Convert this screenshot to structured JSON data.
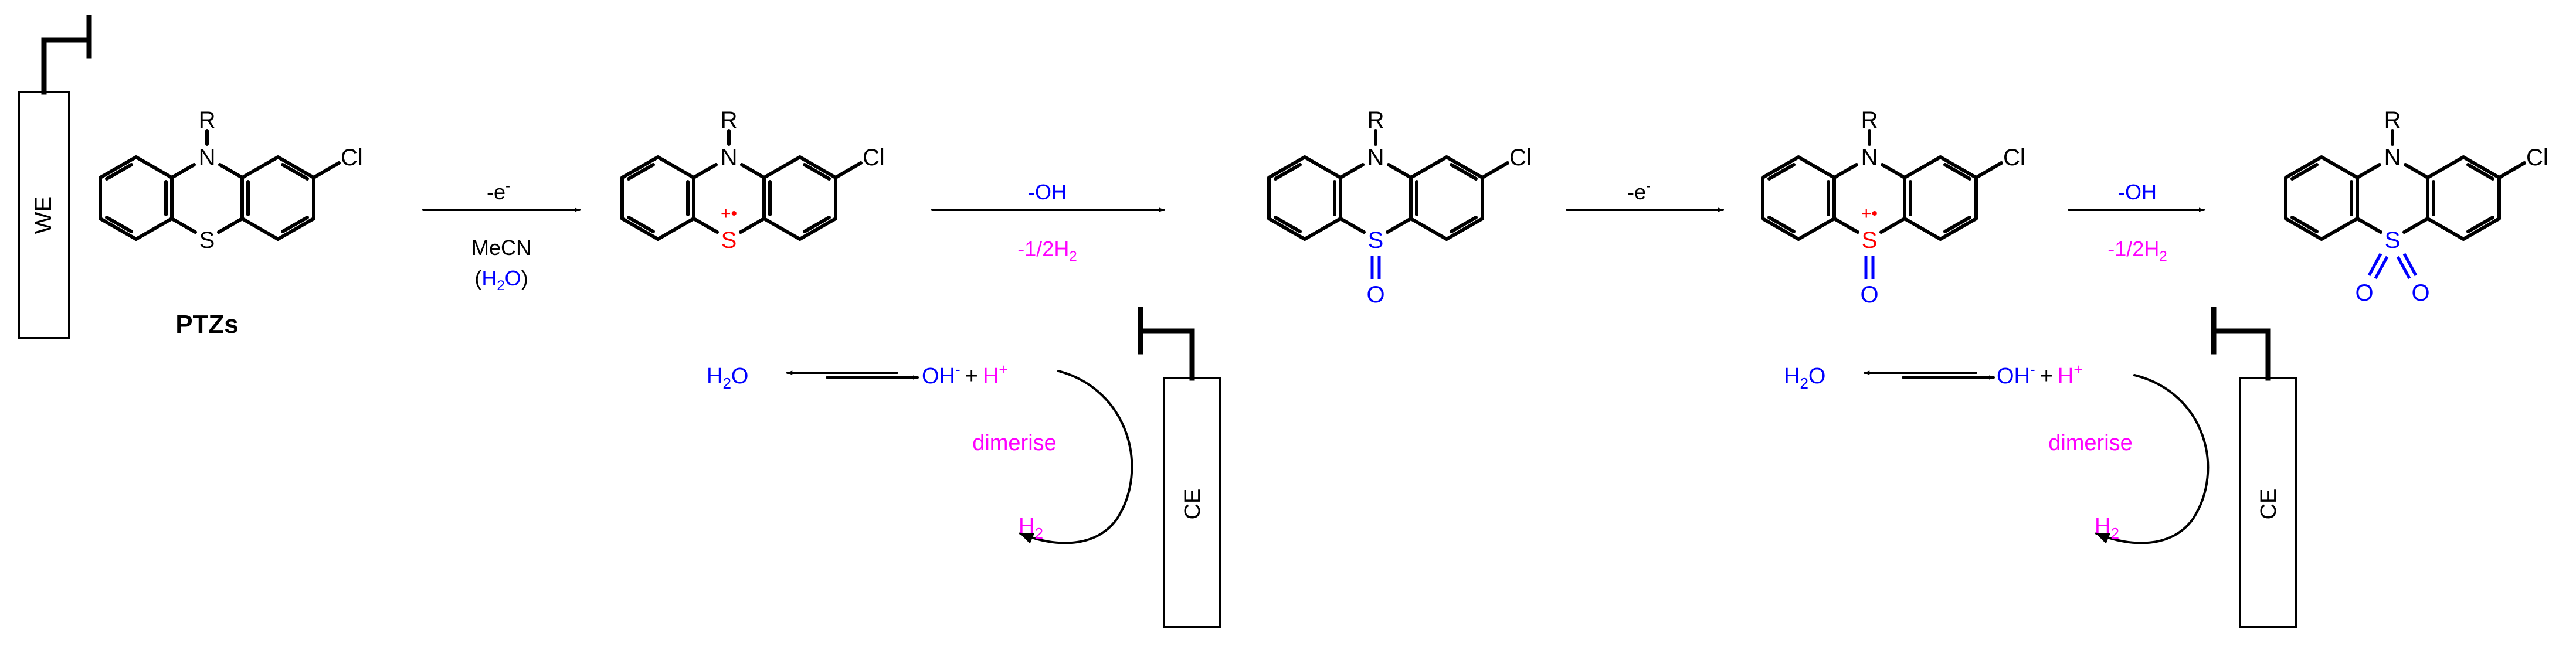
{
  "colors": {
    "black": "#000000",
    "red": "#ff0000",
    "blue": "#0000ff",
    "magenta": "#ff00ff"
  },
  "electrodes": {
    "working": "WE",
    "counter": "CE"
  },
  "atoms": {
    "r": "R",
    "n": "N",
    "cl": "Cl",
    "s": "S",
    "o": "O"
  },
  "charges": {
    "radical_cation": "+•"
  },
  "labels": {
    "ptzs": "PTZs"
  },
  "step1": {
    "top": "-e",
    "sup": "-",
    "solvent": "MeCN",
    "h": "H",
    "sub": "2",
    "o": "O",
    "lp": "(",
    "rp": ")"
  },
  "step2": {
    "top": "-OH",
    "bottom_pre": "-1/2H",
    "bottom_sub": "2"
  },
  "step3": {
    "top": "-e",
    "sup": "-"
  },
  "step4": {
    "top": "-OH",
    "bottom_pre": "-1/2H",
    "bottom_sub": "2"
  },
  "equilibrium": {
    "water": "H",
    "water_sub": "2",
    "water_o": "O",
    "hydroxide": "OH",
    "hydroxide_sup": "-",
    "plus": "+",
    "proton": "H",
    "proton_sup": "+",
    "dimerise": "dimerise",
    "hydrogen": "H",
    "hydrogen_sub": "2"
  }
}
